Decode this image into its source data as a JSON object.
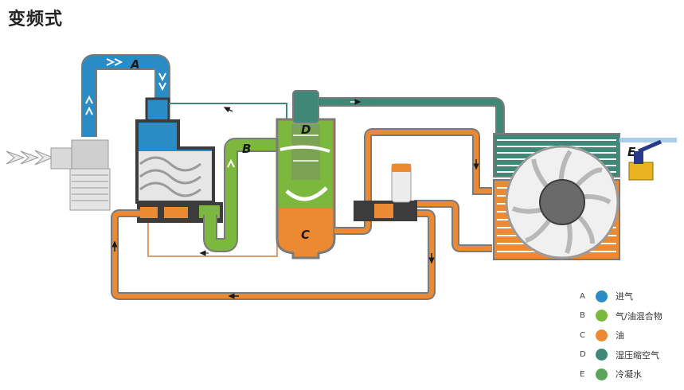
{
  "title": "变频式",
  "labels": {
    "a": "A",
    "b": "B",
    "c": "C",
    "d": "D",
    "e": "E"
  },
  "legend": [
    {
      "letter": "A",
      "text": "进气",
      "color": "#2a8cc4"
    },
    {
      "letter": "B",
      "text": "气/油混合物",
      "color": "#7cb83e"
    },
    {
      "letter": "C",
      "text": "油",
      "color": "#ec8a34"
    },
    {
      "letter": "D",
      "text": "湿压缩空气",
      "color": "#3f8777"
    },
    {
      "letter": "E",
      "text": "冷凝水",
      "color": "#5aa55a"
    }
  ],
  "colors": {
    "intake": "#2a8cc4",
    "mixture": "#7cb83e",
    "oil": "#ec8a34",
    "compressed_air": "#3f8777",
    "condensate": "#5aa55a",
    "pipe_outline": "#8a8a8a",
    "machine_dark": "#3c3c3c"
  },
  "icons": {
    "intake_filter": "air-filter-icon",
    "cooling_fan": "fan-icon",
    "drain_valve": "drain-valve-icon"
  }
}
